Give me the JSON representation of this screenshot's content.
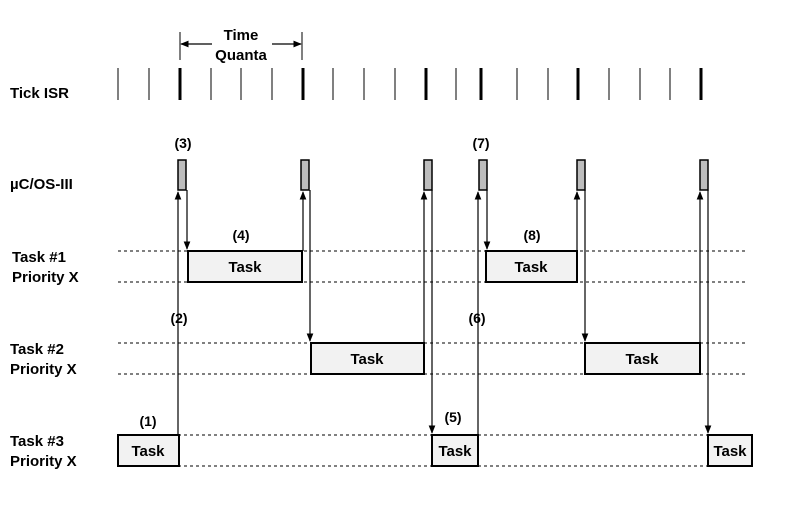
{
  "time_quanta": {
    "line1": "Time",
    "line2": "Quanta"
  },
  "rows": {
    "tick_isr": "Tick ISR",
    "os": "µC/OS-III",
    "task1": {
      "line1": "Task #1",
      "line2": "Priority X"
    },
    "task2": {
      "line1": "Task #2",
      "line2": "Priority X"
    },
    "task3": {
      "line1": "Task #3",
      "line2": "Priority X"
    }
  },
  "task_label": "Task",
  "markers": [
    "(1)",
    "(2)",
    "(3)",
    "(4)",
    "(5)",
    "(6)",
    "(7)",
    "(8)"
  ]
}
